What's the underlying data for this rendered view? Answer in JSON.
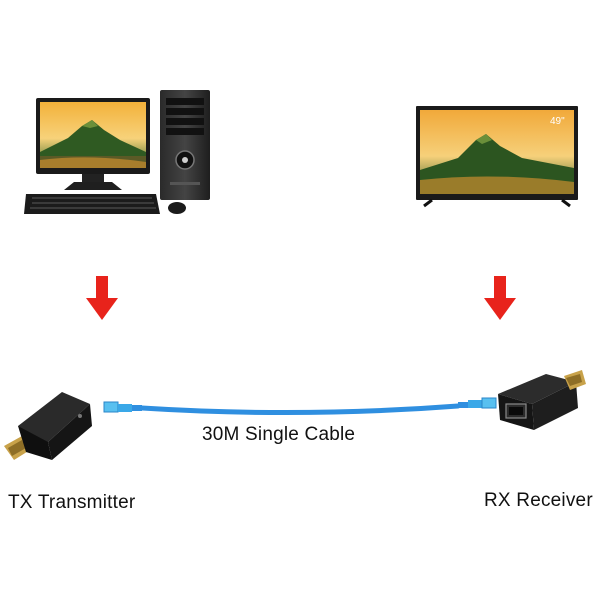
{
  "tv": {
    "size_badge": "49\""
  },
  "cable": {
    "label": "30M Single Cable"
  },
  "transmitter": {
    "label": "TX Transmitter"
  },
  "receiver": {
    "label": "RX Receiver"
  },
  "colors": {
    "arrow": "#e8231b",
    "cable": "#2f8fe0",
    "connector": "#58c0f0",
    "device_body": "#1c1c1c",
    "hdmi_plug": "#c8a24a"
  }
}
